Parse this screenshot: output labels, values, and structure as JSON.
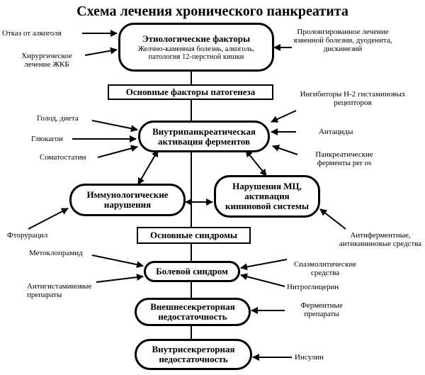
{
  "title": "Схема лечения хронического панкреатита",
  "nodes": {
    "etiology_title": "Этиологические факторы",
    "etiology_sub": "Желчно-каменная болезнь, алкоголь, патология 12-перстной кишки",
    "pathogenesis": "Основные факторы патогенеза",
    "activation": "Внутрипанкреатическая активация ферментов",
    "immune": "Иммунологические нарушения",
    "mc": "Нарушения МЦ, активация кининовой системы",
    "syndromes": "Основные синдромы",
    "pain": "Болевой синдром",
    "exocrine": "Внешнесекреторная недостаточность",
    "endocrine": "Внутрисекреторная недостаточность"
  },
  "labels": {
    "alcohol_refusal": "Отказ от алкоголя",
    "surgery": "Хирургическое лечение ЖКБ",
    "prolonged": "Пролонгированное лечение язвенной болезни, дуоденита, дискинезий",
    "hunger": "Голод, диета",
    "glucagon": "Глюкагон",
    "somatostatin": "Соматостатин",
    "h2": "Ингибиторы Н-2 гистаминовых рецепторов",
    "antacids": "Антациды",
    "pancreatic_enzymes": "Панкреатические ферменты per os",
    "fluorouracil": "Фторурацил",
    "antienzyme": "Антиферментные, антикининовые средства",
    "metoclopramide": "Метоклопрамид",
    "antihistamine": "Антигистаминовые препараты",
    "spasmolytic": "Спазмолитические средства",
    "nitroglycerin": "Нитроглицерин",
    "enzyme_preparations": "Ферментные препараты",
    "insulin": "Инсулин"
  }
}
